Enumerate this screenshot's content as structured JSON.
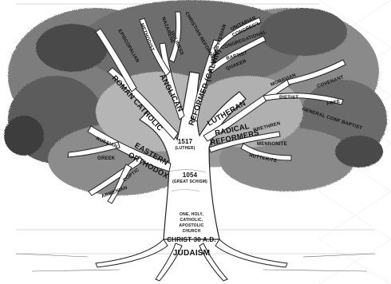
{
  "tree": {
    "roots": {
      "judaism": "JUDAISM",
      "christ": "CHRIST 30 A.D.",
      "church_line1": "ONE, HOLY,",
      "church_line2": "CATHOLIC,",
      "church_line3": "APOSTOLIC",
      "church_line4": "CHURCH"
    },
    "dates": {
      "schism_year": "1054",
      "schism_note": "(GREAT SCHISM)",
      "luther_year": "1517",
      "luther_note": "(LUTHER)"
    },
    "eastern": {
      "main_line1": "EASTERN",
      "main_line2": "ORTHODOX",
      "russian": "RUSSIAN",
      "greek": "GREEK",
      "coptic": "COPTIC",
      "armenian": "ARMENIAN"
    },
    "western": {
      "roman_catholic": "ROMAN CATHOLIC",
      "anglican": "ANGLICAN",
      "episcopalian": "EPISCOPALIAN",
      "methodist": "METHODIST",
      "nazarene": "NAZARENE",
      "holiness": "HOLINESS",
      "christian_reformed": "CHRISTIAN REFORMED",
      "reformed_calvin": "REFORMED (CALVIN)",
      "presbyterian": "PRESBYTERIAN",
      "unitarian": "UNITARIAN",
      "congregational_top": "CONGREG'L",
      "congregational": "CONGREGATIONAL",
      "baptist": "BAPTIST",
      "quaker": "QUAKER",
      "lutheran": "LUTHERAN",
      "moravian": "MORAVIAN",
      "pietist": "PIETIST",
      "covenant": "COVENANT",
      "free": "FREE",
      "general_conf_baptist": "GENERAL CONF BAPTIST",
      "radical_line1": "RADICAL",
      "radical_line2": "REFORMERS",
      "brethren": "BRETHREN",
      "mennonite": "MENNONITE",
      "hutterite": "HUTTERITE"
    }
  }
}
